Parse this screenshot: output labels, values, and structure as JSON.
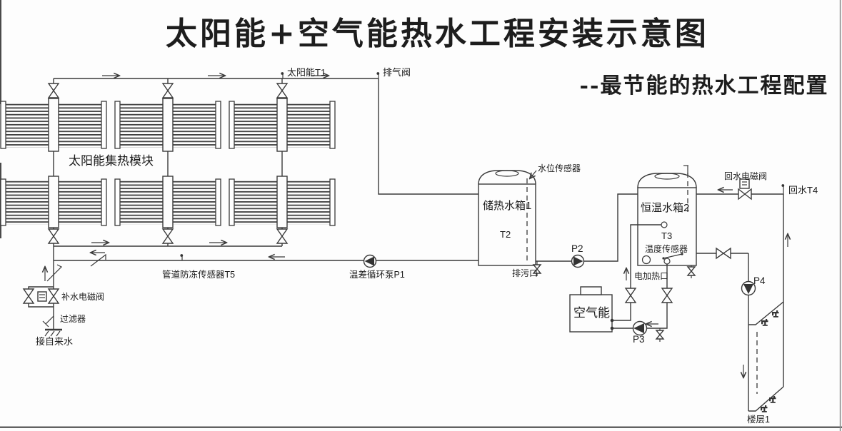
{
  "title": "太阳能+空气能热水工程安装示意图",
  "subtitle": "--最节能的热水工程配置",
  "colors": {
    "line": "#3a3a3a",
    "background": "#fdfdfd",
    "text": "#1d1d1d"
  },
  "solar": {
    "module": "太阳能集热模块",
    "sensor_t1": "太阳能T1",
    "exhaust_valve": "排气阀",
    "antifreeze_sensor_t5": "管道防冻传感器T5",
    "circulation_pump_p1": "温差循环泵P1"
  },
  "tank1": {
    "name": "储热水箱1",
    "temp_t2": "T2",
    "level_sensor": "水位传感器",
    "drain": "排污口"
  },
  "tank2": {
    "name": "恒温水箱2",
    "temp_t3": "T3",
    "temp_sensor": "温度传感器",
    "heating_port": "电加热口"
  },
  "heat_pump": {
    "name": "空气能",
    "pump_p3": "P3"
  },
  "transfer": {
    "pump_p2": "P2"
  },
  "return_loop": {
    "solenoid": "回水电磁阀",
    "sensor_t4": "回水T4",
    "pump_p4": "P4",
    "floor1": "楼层1"
  },
  "makeup": {
    "solenoid": "补水电磁阀",
    "filter": "过滤器",
    "source": "接自来水"
  }
}
